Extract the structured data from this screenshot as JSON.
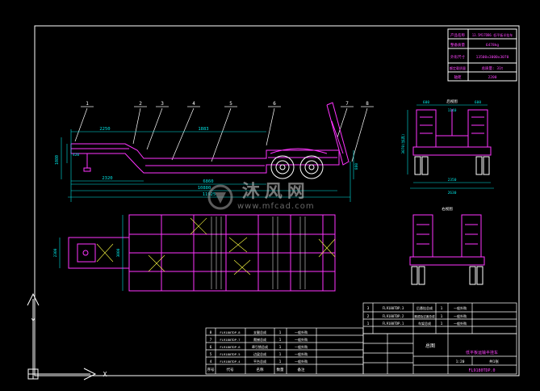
{
  "colors": {
    "background": "#000000",
    "frame": "#ffffff",
    "geometry": "#ff33ff",
    "dimension": "#00e5e5",
    "hatch": "#ffff44",
    "table_text": "#ffffff"
  },
  "watermark": {
    "cn": "沐风网",
    "en": "www.mfcad.com"
  },
  "spec_table": {
    "rows": [
      {
        "label": "产品名称",
        "value": "13.5M17DB6 低平板半挂车"
      },
      {
        "label": "整备质量",
        "value": "6478kg"
      },
      {
        "label": "外形尺寸",
        "value": "13500x3000x3070"
      },
      {
        "label": "额定载质量",
        "value": "总质量: 31t"
      },
      {
        "label": "轴距",
        "value": "2200"
      }
    ]
  },
  "side_view": {
    "balloons": [
      "1",
      "2",
      "3",
      "4",
      "5",
      "6",
      "7",
      "8"
    ],
    "dims": [
      "2250",
      "1883",
      "420",
      "1080",
      "2320",
      "6860",
      "10880",
      "11925",
      "880"
    ]
  },
  "rear_view": {
    "title": "后视图",
    "dims": [
      "600",
      "1140",
      "600",
      "3070(加高)",
      "2350",
      "2630"
    ]
  },
  "top_view": {
    "dims": [
      "2300",
      "3000"
    ]
  },
  "right_view": {
    "title": "右视图"
  },
  "bom_upper": {
    "rows": [
      {
        "no": "3",
        "code": "FL9180TDP.3",
        "name": "后悬挂总成",
        "qty": "1",
        "note": "一般外购"
      },
      {
        "no": "2",
        "code": "FL9180TDP.2",
        "name": "鹅颈及过渡总成",
        "qty": "1",
        "note": "一般外购"
      },
      {
        "no": "1",
        "code": "FL9180TDP.1",
        "name": "车架总成",
        "qty": "1",
        "note": "一般外购"
      }
    ]
  },
  "bom_lower": {
    "rows": [
      {
        "no": "8",
        "code": "FL9180TDP.8",
        "name": "支腿总成",
        "qty": "1",
        "note": "一般外购"
      },
      {
        "no": "7",
        "code": "FL9180TDP.7",
        "name": "爬梯总成",
        "qty": "1",
        "note": "一般外购"
      },
      {
        "no": "6",
        "code": "FL9180TDP.6",
        "name": "牵引销总成",
        "qty": "1",
        "note": "一般外购"
      },
      {
        "no": "5",
        "code": "FL9180TDP.5",
        "name": "边梁总成",
        "qty": "1",
        "note": "一般外购"
      },
      {
        "no": "4",
        "code": "FL9180TDP.4",
        "name": "平台总成",
        "qty": "1",
        "note": "一般外购"
      }
    ],
    "header": [
      "序号",
      "代号",
      "名称",
      "数量",
      "备注"
    ]
  },
  "title_block": {
    "stage": "总图",
    "product": "低平板运输半挂车",
    "drawing_no": "FL9180TDP.0",
    "scale": "1:20",
    "sheet": "共1张"
  },
  "ucs": {
    "x_label": "X",
    "y_label": "Y"
  }
}
